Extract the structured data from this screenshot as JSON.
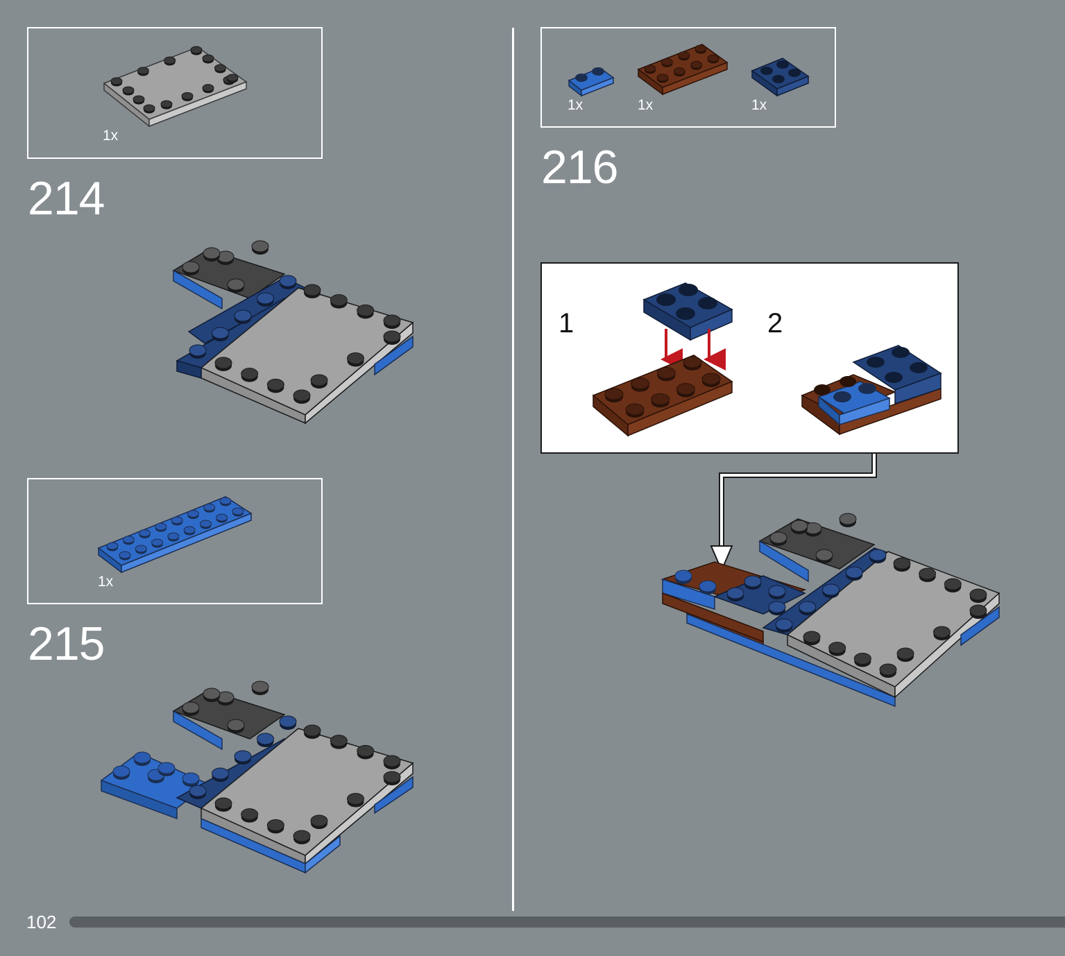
{
  "page": {
    "number": "102"
  },
  "steps": [
    {
      "number": "214",
      "parts": [
        {
          "qty": "1x",
          "part": "light-gray-4x6-plate-with-studs-on-edge"
        }
      ]
    },
    {
      "number": "215",
      "parts": [
        {
          "qty": "1x",
          "part": "blue-2x8-plate"
        }
      ]
    },
    {
      "number": "216",
      "parts": [
        {
          "qty": "1x",
          "part": "blue-1x2-plate"
        },
        {
          "qty": "1x",
          "part": "brown-2x4-plate"
        },
        {
          "qty": "1x",
          "part": "dark-blue-2x2-plate"
        }
      ],
      "substeps": [
        {
          "number": "1"
        },
        {
          "number": "2"
        }
      ]
    }
  ],
  "colors": {
    "background": "#868d91",
    "light_gray": "#a3a3a3",
    "dark_gray": "#454545",
    "blue": "#2f6cc9",
    "dark_blue": "#23427a",
    "brown": "#6b3118",
    "arrow_red": "#c21820"
  }
}
